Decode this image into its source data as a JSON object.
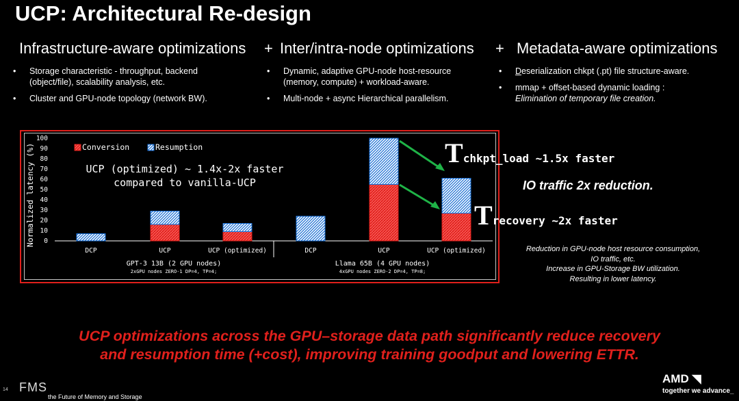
{
  "slide": {
    "title": "UCP: Architectural Re-design",
    "columns": [
      {
        "heading": "Infrastructure-aware optimizations",
        "bullets": [
          "Storage characteristic - throughput, backend (object/file), scalability analysis, etc.",
          "Cluster and GPU-node topology (network BW)."
        ]
      },
      {
        "plus": "+",
        "heading": "Inter/intra-node optimizations",
        "bullets": [
          "Dynamic, adaptive GPU-node host-resource (memory, compute) + workload-aware.",
          "Multi-node + async Hierarchical parallelism."
        ]
      },
      {
        "plus": "+",
        "heading": "Metadata-aware optimizations",
        "bullets_first_letter": "D",
        "bullets_first_rest": "eserialization chkpt (.pt) file structure-aware.",
        "bullet2_line1": "mmap + offset-based dynamic loading :",
        "bullet2_line2": "Elimination of temporary file creation."
      }
    ],
    "annotations": {
      "T1": "T",
      "chkpt_text": "chkpt_load ~1.5x faster",
      "io": "IO traffic 2x reduction.",
      "T2": "T",
      "recovery_text": "recovery ~2x faster"
    },
    "notes": [
      "Reduction in GPU-node host resource consumption,",
      "IO traffic, etc.",
      "Increase in GPU-Storage BW utilization.",
      "Resulting in lower latency."
    ],
    "summary": [
      "UCP optimizations across the GPU–storage data path significantly reduce recovery",
      "and resumption time (+cost), improving training goodput and lowering ETTR."
    ],
    "footer": {
      "page": "14",
      "fms": "FMS",
      "fms_tag": "the Future of Memory and Storage",
      "amd": "AMD",
      "amd_tag": "together we advance_"
    }
  },
  "chart_data": {
    "type": "bar",
    "stacked": true,
    "ylabel": "Normalized latency (%)",
    "ylim": [
      0,
      100
    ],
    "yticks": [
      0,
      10,
      20,
      30,
      40,
      50,
      60,
      70,
      80,
      90,
      100
    ],
    "legend_position": "top-left",
    "annotation": [
      "UCP (optimized) ~ 1.4x-2x faster",
      "compared to vanilla-UCP"
    ],
    "categories": [
      "DCP",
      "UCP",
      "UCP (optimized)",
      "DCP",
      "UCP",
      "UCP (optimized)"
    ],
    "groups": [
      {
        "label": "GPT-3 13B (2 GPU nodes)",
        "sub": "2xGPU nodes ZERO-1 DP=4, TP=4;"
      },
      {
        "label": "Llama 65B (4 GPU nodes)",
        "sub": "4xGPU nodes ZERO-2 DP=4, TP=8;"
      }
    ],
    "series": [
      {
        "name": "Conversion",
        "values": [
          0,
          16,
          9,
          0,
          55,
          27
        ],
        "color": "#e0201c"
      },
      {
        "name": "Resumption",
        "values": [
          7,
          13,
          8,
          24,
          45,
          34
        ],
        "color": "#1a6fd4"
      }
    ]
  }
}
